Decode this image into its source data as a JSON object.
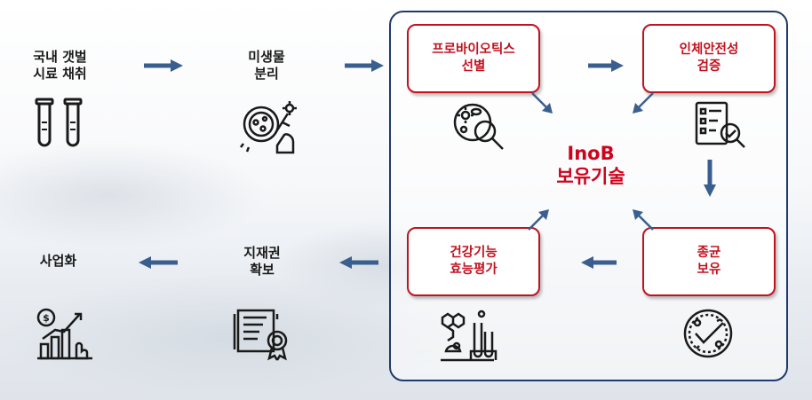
{
  "steps": {
    "sample_collection": "국내 갯벌\n시료 채취",
    "isolation": "미생물\n분리",
    "probiotic_selection": "프로바이오틱스\n선별",
    "safety_verification": "인체안전성\n검증",
    "strain_possession": "종균\n보유",
    "efficacy_evaluation": "건강기능\n효능평가",
    "ip_acquisition": "지재권\n확보",
    "commercialization": "사업화"
  },
  "center": {
    "title": "InoB\n보유기술"
  },
  "colors": {
    "accent_red": "#c1121f",
    "navy": "#1f3a6b",
    "arrow_blue": "#3a5f8f"
  }
}
